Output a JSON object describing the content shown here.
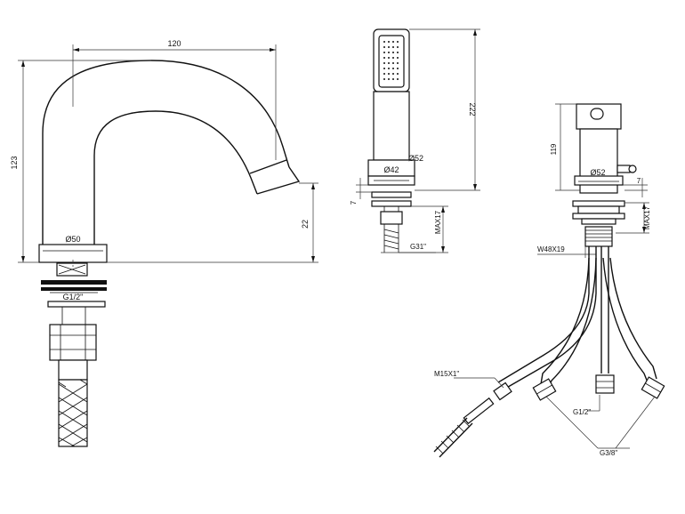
{
  "spout": {
    "width": "120",
    "height": "123",
    "outlet_height": "22",
    "base_dia": "Ø50",
    "thread": "G1/2\""
  },
  "handshower": {
    "height": "222",
    "holder_dia": "Ø52",
    "body_dia": "Ø42",
    "max_thickness": "MAX17",
    "height_small": "7",
    "thread": "G31\""
  },
  "mixer": {
    "height": "119",
    "body_dia": "Ø52",
    "height_small": "7",
    "max_thickness": "MAX17",
    "base_thread": "W48X19",
    "hose_connection": "M15X1\"",
    "inlet_thread": "G1/2\"",
    "outlet_thread": "G3/8\""
  }
}
